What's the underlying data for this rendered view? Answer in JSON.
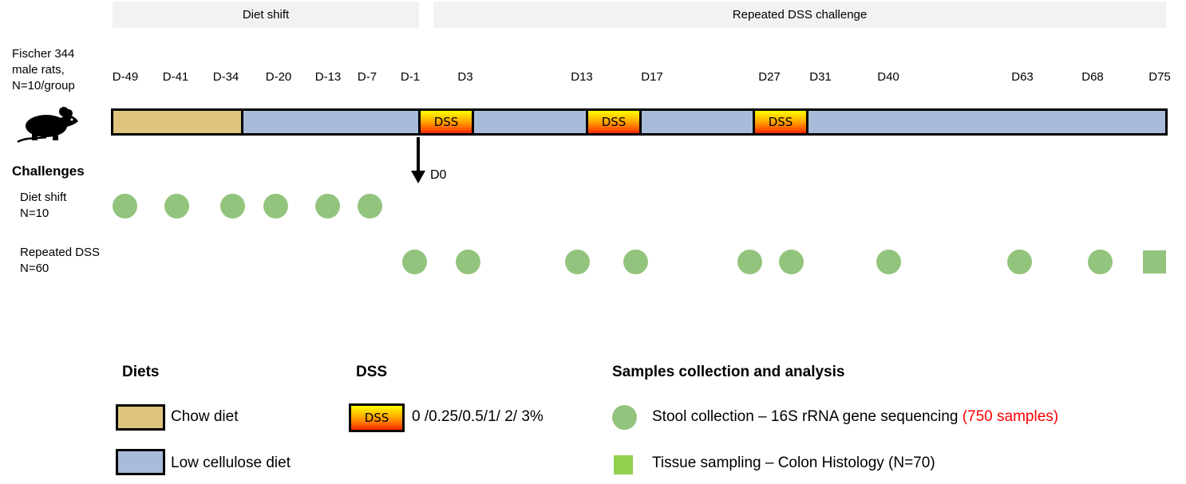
{
  "phases": {
    "diet_shift": "Diet shift",
    "repeated_dss": "Repeated DSS challenge"
  },
  "subjects": {
    "line1": "Fischer 344",
    "line2": "male rats,",
    "line3": "N=10/group"
  },
  "days": [
    "D-49",
    "D-41",
    "D-34",
    "D-20",
    "D-13",
    "D-7",
    "D-1",
    "D3",
    "D13",
    "D17",
    "D27",
    "D31",
    "D40",
    "D63",
    "D68",
    "D75"
  ],
  "timeline": {
    "dss_label": "DSS",
    "d0_label": "D0"
  },
  "challenges": {
    "heading": "Challenges",
    "diet_shift_name": "Diet shift",
    "diet_shift_n": "N=10",
    "repeated_dss_name": "Repeated DSS",
    "repeated_dss_n": "N=60"
  },
  "legend": {
    "diets_heading": "Diets",
    "chow": "Chow diet",
    "low_cellulose": "Low cellulose diet",
    "dss_heading": "DSS",
    "dss_swatch": "DSS",
    "dss_doses": "0 /0.25/0.5/1/ 2/ 3%",
    "samples_heading": "Samples collection and analysis",
    "stool": "Stool collection – 16S rRNA gene sequencing ",
    "stool_count": "(750 samples)",
    "tissue": "Tissue sampling – Colon Histology (N=70)"
  },
  "colors": {
    "chow": "#dfc47e",
    "low_cellulose": "#a8bcd9",
    "sample_marker": "#93c47d",
    "tissue_marker": "#92d050",
    "highlight": "#ff0000"
  },
  "icons": [
    "rat-icon",
    "down-arrow-icon"
  ]
}
